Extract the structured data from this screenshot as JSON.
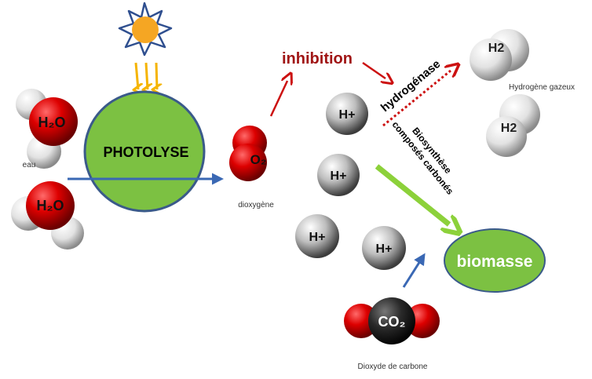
{
  "colors": {
    "sun": "#f5a623",
    "sun_rays": "#2f4f8f",
    "light_arrows": "#f5b400",
    "photolysis_fill": "#7cc142",
    "flow_arrow_blue": "#3a68b4",
    "inhibition_red": "#cc1111",
    "biosynthesis_green": "#8cd13a",
    "biomass_fill": "#7cc142",
    "oxygen_red": "#cc0000",
    "carbon_black": "#222222",
    "hydrogen_white": "#e8e8e8"
  },
  "labels": {
    "water_1": "H₂O",
    "water_2": "H₂O",
    "water_caption": "eau",
    "photolysis": "PHOTOLYSE",
    "oxygen": "O₂",
    "oxygen_caption": "dioxygène",
    "inhibition": "inhibition",
    "hydrogenase": "hydrogénase",
    "proton_1": "H+",
    "proton_2": "H+",
    "proton_3": "H+",
    "proton_4": "H+",
    "h2_1": "H2",
    "h2_2": "H2",
    "h2_caption": "Hydrogène gazeux",
    "biosynthesis_line1": "Biosynthèse",
    "biosynthesis_line2": "composés carbonés",
    "biomass": "biomasse",
    "co2": "CO₂",
    "co2_caption": "Dioxyde de carbone"
  },
  "icons": {
    "sun": "sun-icon",
    "light": "light-rays-icon"
  }
}
